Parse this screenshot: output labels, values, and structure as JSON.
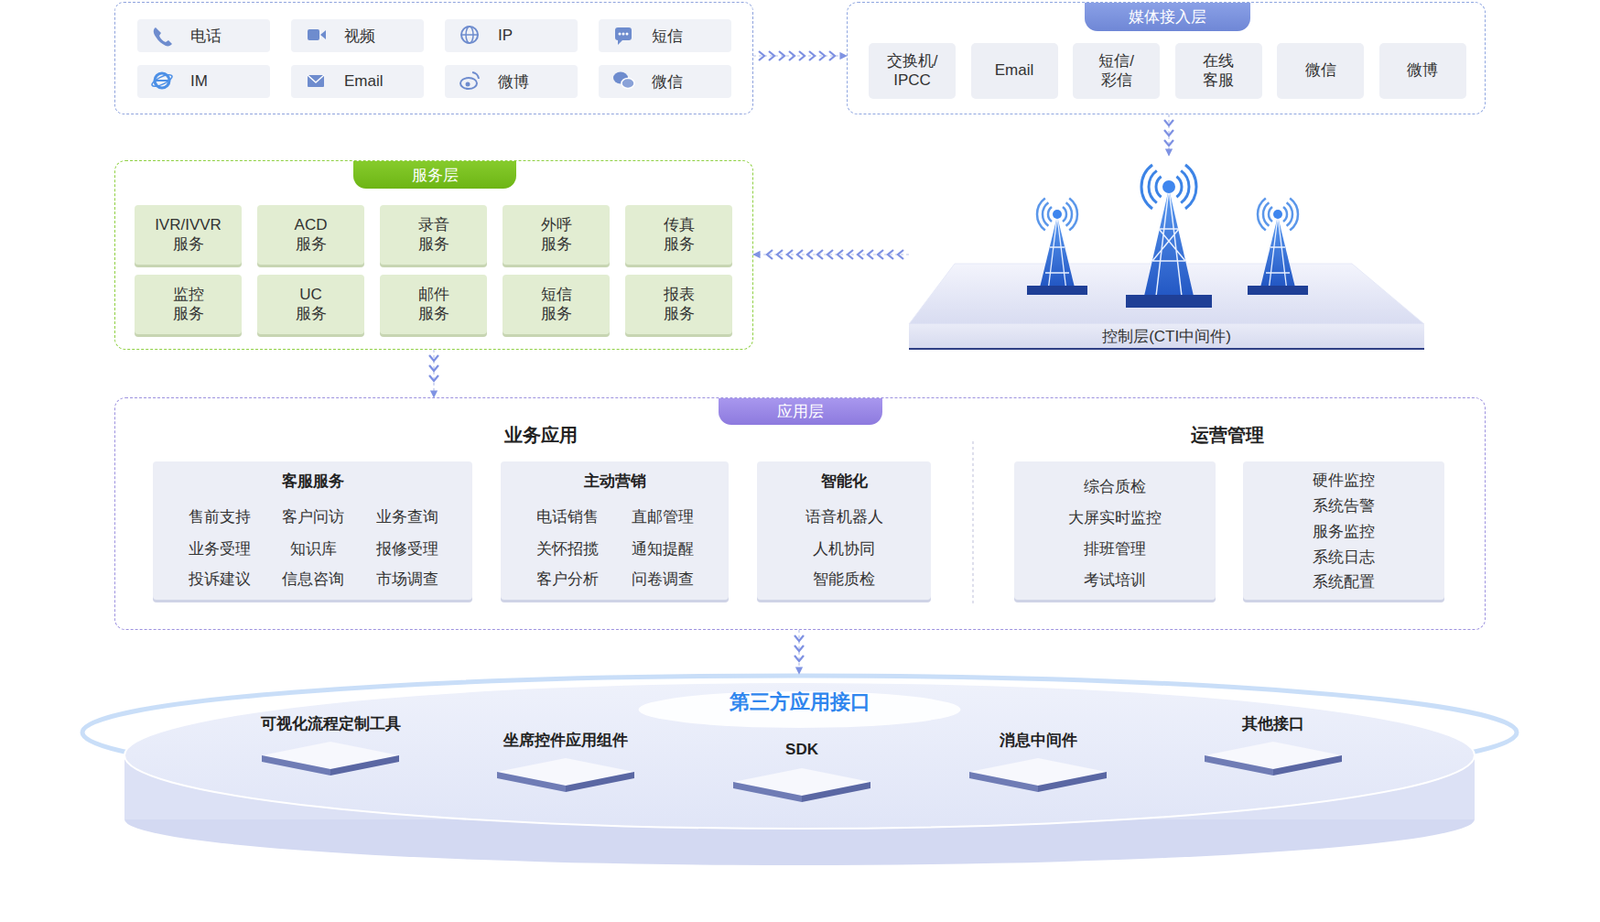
{
  "diagram": {
    "nodes": [
      {
        "text": []
      },
      {
        "text": [
          "电话"
        ],
        "in": 0
      },
      {
        "text": [
          "视频"
        ],
        "in": 0
      },
      {
        "text": [
          "IP"
        ],
        "in": 0
      },
      {
        "text": [
          "短信"
        ],
        "in": 0
      },
      {
        "text": [
          "IM"
        ],
        "in": 0
      },
      {
        "text": [
          "Email"
        ],
        "in": 0
      },
      {
        "text": [
          "微博"
        ],
        "in": 0
      },
      {
        "text": [
          "微信"
        ],
        "in": 0
      },
      {
        "text": [
          "媒体接入层"
        ]
      },
      {
        "text": [
          "交换机/ IPCC"
        ],
        "in": 9
      },
      {
        "text": [
          "Email"
        ],
        "in": 9
      },
      {
        "text": [
          "短信/ 彩信"
        ],
        "in": 9
      },
      {
        "text": [
          "在线 客服"
        ],
        "in": 9
      },
      {
        "text": [
          "微信"
        ],
        "in": 9
      },
      {
        "text": [
          "微博"
        ],
        "in": 9
      },
      {
        "text": [
          "服务层"
        ]
      },
      {
        "text": [
          "IVR/IVVR 服务"
        ],
        "in": 16
      },
      {
        "text": [
          "ACD 服务"
        ],
        "in": 16
      },
      {
        "text": [
          "录音 服务"
        ],
        "in": 16
      },
      {
        "text": [
          "外呼 服务"
        ],
        "in": 16
      },
      {
        "text": [
          "传真 服务"
        ],
        "in": 16
      },
      {
        "text": [
          "监控 服务"
        ],
        "in": 16
      },
      {
        "text": [
          "UC 服务"
        ],
        "in": 16
      },
      {
        "text": [
          "邮件 服务"
        ],
        "in": 16
      },
      {
        "text": [
          "短信 服务"
        ],
        "in": 16
      },
      {
        "text": [
          "报表 服务"
        ],
        "in": 16
      },
      {
        "text": [
          "控制层(CTI中间件)"
        ]
      },
      {
        "text": [
          "应用层"
        ]
      },
      {
        "text": [
          "客服服务",
          "售前支持",
          "客户问访",
          "业务查询",
          "业务受理",
          "知识库",
          "报修受理",
          "投诉建议",
          "信息咨询",
          "市场调查"
        ],
        "in": 28
      },
      {
        "text": [
          "主动营销",
          "电话销售",
          "直邮管理",
          "关怀招揽",
          "通知提醒",
          "客户分析",
          "问卷调查"
        ],
        "in": 28
      },
      {
        "text": [
          "智能化",
          "语音机器人",
          "人机协同",
          "智能质检"
        ],
        "in": 28
      },
      {
        "text": [
          "综合质检",
          "大屏实时监控",
          "排班管理",
          "考试培训"
        ],
        "in": 28
      },
      {
        "text": [
          "硬件监控",
          "系统告警",
          "服务监控",
          "系统日志",
          "系统配置"
        ],
        "in": 28
      },
      {
        "text": [
          "第三方应用接口"
        ]
      },
      {
        "text": [
          "可视化流程定制工具"
        ],
        "in": 34
      },
      {
        "text": [
          "坐席控件应用组件"
        ],
        "in": 34
      },
      {
        "text": [
          "SDK"
        ],
        "in": 34
      },
      {
        "text": [
          "消息中间件"
        ],
        "in": 34
      },
      {
        "text": [
          "其他接口"
        ],
        "in": 34
      }
    ],
    "edges": [
      {
        "from": 0,
        "to": 9,
        "arrow": "to"
      },
      {
        "from": 9,
        "to": 27,
        "arrow": "to"
      },
      {
        "from": 27,
        "to": 16,
        "arrow": "to"
      },
      {
        "from": 16,
        "to": 28,
        "arrow": "to"
      },
      {
        "from": 28,
        "to": 34,
        "arrow": "to"
      }
    ],
    "labels": [
      "业务应用",
      "运营管理"
    ]
  }
}
